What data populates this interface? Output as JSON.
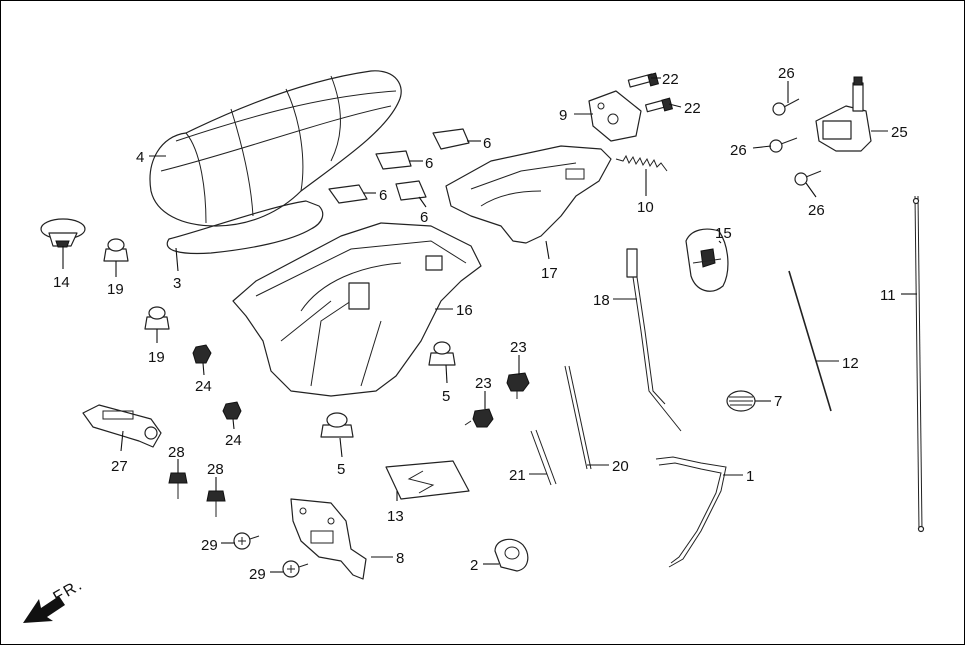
{
  "colors": {
    "line": "#222222",
    "background": "#ffffff"
  },
  "direction_label": "FR.",
  "callouts": {
    "c22a": "22",
    "c22b": "22",
    "c9": "9",
    "c26a": "26",
    "c26b": "26",
    "c26c": "26",
    "c25": "25",
    "c4": "4",
    "c6a": "6",
    "c6b": "6",
    "c6c": "6",
    "c6d": "6",
    "c10": "10",
    "c3": "3",
    "c14": "14",
    "c19a": "19",
    "c19b": "19",
    "c17": "17",
    "c15": "15",
    "c11": "11",
    "c18": "18",
    "c16": "16",
    "c12": "12",
    "c24a": "24",
    "c24b": "24",
    "c5a": "5",
    "c5b": "5",
    "c23a": "23",
    "c23b": "23",
    "c7": "7",
    "c27": "27",
    "c28a": "28",
    "c28b": "28",
    "c20": "20",
    "c21": "21",
    "c1": "1",
    "c13": "13",
    "c29a": "29",
    "c29b": "29",
    "c8": "8",
    "c2": "2"
  }
}
